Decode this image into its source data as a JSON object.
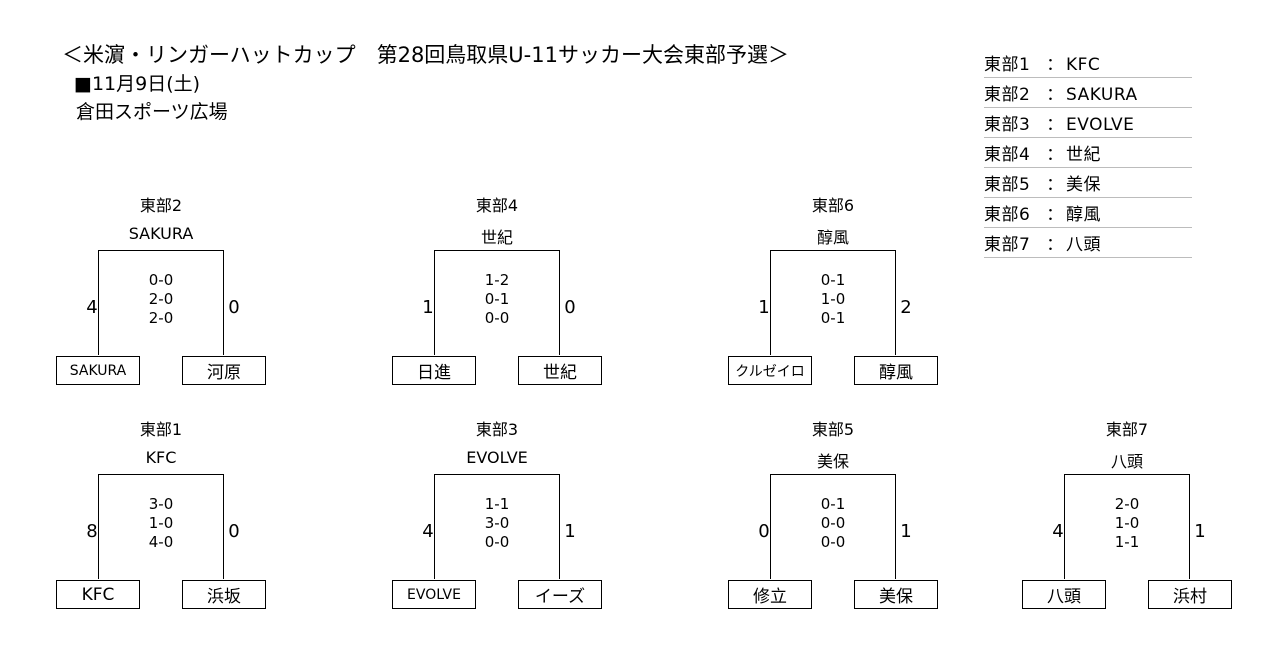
{
  "header": {
    "title": "＜米濵・リンガーハットカップ　第28回鳥取県U-11サッカー大会東部予選＞",
    "date": "■11月9日(土)",
    "venue": "倉田スポーツ広場"
  },
  "summary": [
    {
      "label": "東部1",
      "colon": "：",
      "team": "KFC"
    },
    {
      "label": "東部2",
      "colon": "：",
      "team": "SAKURA"
    },
    {
      "label": "東部3",
      "colon": "：",
      "team": "EVOLVE"
    },
    {
      "label": "東部4",
      "colon": "：",
      "team": "世紀"
    },
    {
      "label": "東部5",
      "colon": "：",
      "team": "美保"
    },
    {
      "label": "東部6",
      "colon": "：",
      "team": "醇風"
    },
    {
      "label": "東部7",
      "colon": "：",
      "team": "八頭"
    }
  ],
  "matches": [
    {
      "label": "東部2",
      "winner": "SAKURA",
      "score_left": "4",
      "score_right": "0",
      "periods": [
        "0-0",
        "2-0",
        "2-0"
      ],
      "team_left": "SAKURA",
      "team_right": "河原"
    },
    {
      "label": "東部4",
      "winner": "世紀",
      "score_left": "1",
      "score_right": "0",
      "periods": [
        "1-2",
        "0-1",
        "0-0"
      ],
      "team_left": "日進",
      "team_right": "世紀"
    },
    {
      "label": "東部6",
      "winner": "醇風",
      "score_left": "1",
      "score_right": "2",
      "periods": [
        "0-1",
        "1-0",
        "0-1"
      ],
      "team_left": "クルゼイロ",
      "team_right": "醇風"
    },
    {
      "label": "東部1",
      "winner": "KFC",
      "score_left": "8",
      "score_right": "0",
      "periods": [
        "3-0",
        "1-0",
        "4-0"
      ],
      "team_left": "KFC",
      "team_right": "浜坂"
    },
    {
      "label": "東部3",
      "winner": "EVOLVE",
      "score_left": "4",
      "score_right": "1",
      "periods": [
        "1-1",
        "3-0",
        "0-0"
      ],
      "team_left": "EVOLVE",
      "team_right": "イーズ"
    },
    {
      "label": "東部5",
      "winner": "美保",
      "score_left": "0",
      "score_right": "1",
      "periods": [
        "0-1",
        "0-0",
        "0-0"
      ],
      "team_left": "修立",
      "team_right": "美保"
    },
    {
      "label": "東部7",
      "winner": "八頭",
      "score_left": "4",
      "score_right": "1",
      "periods": [
        "2-0",
        "1-0",
        "1-1"
      ],
      "team_left": "八頭",
      "team_right": "浜村"
    }
  ]
}
